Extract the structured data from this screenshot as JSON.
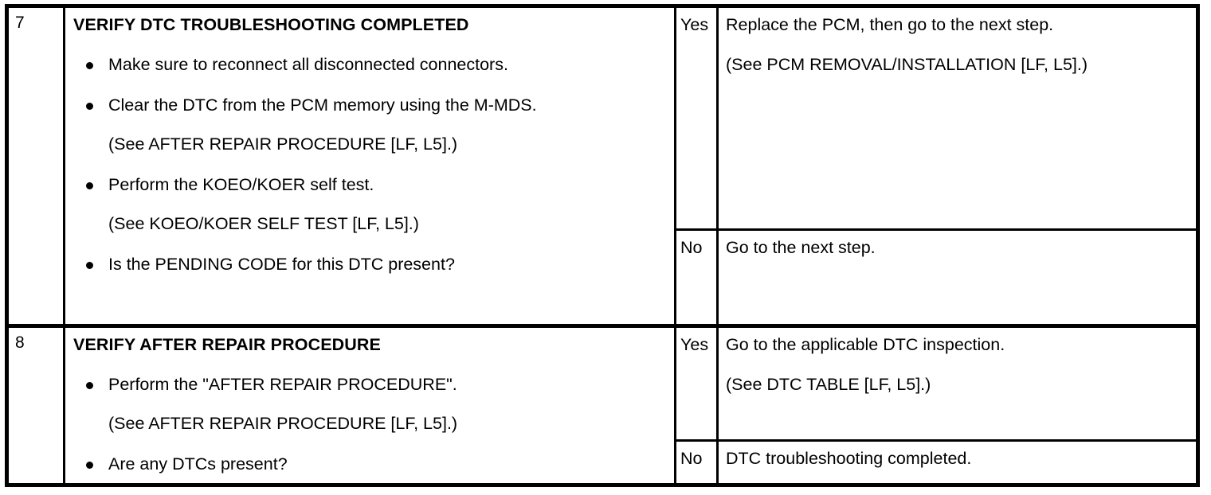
{
  "document": {
    "type": "diagnostic-troubleshooting-table",
    "steps": [
      {
        "number": "7",
        "title": "VERIFY DTC TROUBLESHOOTING COMPLETED",
        "content": [
          {
            "kind": "bullet",
            "text": "Make sure to reconnect all disconnected connectors."
          },
          {
            "kind": "bullet",
            "text": "Clear the DTC from the PCM memory using the M-MDS."
          },
          {
            "kind": "note",
            "text": "(See AFTER REPAIR PROCEDURE [LF, L5].)"
          },
          {
            "kind": "bullet",
            "text": "Perform the KOEO/KOER self test."
          },
          {
            "kind": "note",
            "text": "(See KOEO/KOER SELF TEST [LF, L5].)"
          },
          {
            "kind": "bullet",
            "text": "Is the PENDING CODE for this DTC present?"
          }
        ],
        "results": [
          {
            "answer": "Yes",
            "lines": [
              "Replace the PCM, then go to the next step.",
              "(See PCM REMOVAL/INSTALLATION [LF, L5].)"
            ]
          },
          {
            "answer": "No",
            "lines": [
              "Go to the next step."
            ]
          }
        ]
      },
      {
        "number": "8",
        "title": "VERIFY AFTER REPAIR PROCEDURE",
        "content": [
          {
            "kind": "bullet",
            "text": "Perform the \"AFTER REPAIR PROCEDURE\"."
          },
          {
            "kind": "note",
            "text": "(See AFTER REPAIR PROCEDURE [LF, L5].)"
          },
          {
            "kind": "bullet",
            "text": "Are any DTCs present?"
          }
        ],
        "results": [
          {
            "answer": "Yes",
            "lines": [
              "Go to the applicable DTC inspection.",
              "(See DTC TABLE [LF, L5].)"
            ]
          },
          {
            "answer": "No",
            "lines": [
              "DTC troubleshooting completed."
            ]
          }
        ]
      }
    ]
  }
}
